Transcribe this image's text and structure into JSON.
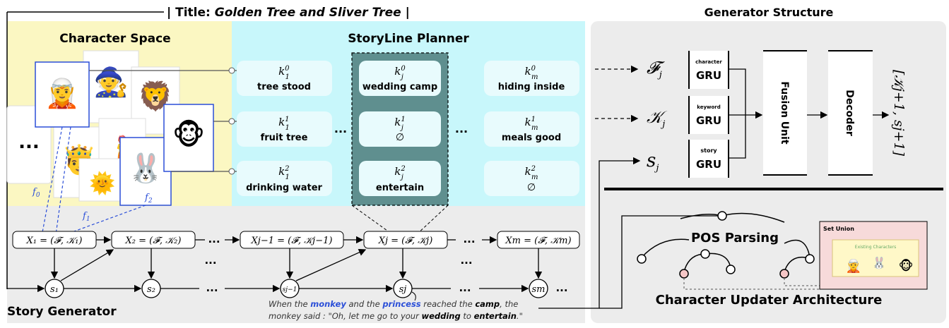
{
  "title_prefix": "| Title: ",
  "title_text": "Golden Tree and Sliver Tree",
  "title_suffix": " |",
  "character_space": {
    "heading": "Character Space",
    "ellipsis": "...",
    "f_labels": [
      "f",
      "f",
      "f"
    ],
    "f_subs": [
      "0",
      "1",
      "2"
    ]
  },
  "planner": {
    "heading": "StoryLine Planner",
    "dots": "...",
    "columns": [
      {
        "k_sub": "1",
        "cells": [
          {
            "sup": "0",
            "word": "tree stood"
          },
          {
            "sup": "1",
            "word": "fruit tree"
          },
          {
            "sup": "2",
            "word": "drinking water"
          }
        ]
      },
      {
        "k_sub": "j",
        "cells": [
          {
            "sup": "0",
            "word": "wedding camp"
          },
          {
            "sup": "1",
            "word": "∅"
          },
          {
            "sup": "2",
            "word": "entertain"
          }
        ]
      },
      {
        "k_sub": "m",
        "cells": [
          {
            "sup": "0",
            "word": "hiding inside"
          },
          {
            "sup": "1",
            "word": "meals good"
          },
          {
            "sup": "2",
            "word": "∅"
          }
        ]
      }
    ]
  },
  "generator_structure": {
    "heading": "Generator Structure",
    "inputs": [
      {
        "sym": "𝓕",
        "sub": "j"
      },
      {
        "sym": "𝒦",
        "sub": "j"
      },
      {
        "sym": "s",
        "sub": "j"
      }
    ],
    "grus": [
      {
        "small": "character",
        "big": "GRU"
      },
      {
        "small": "keyword",
        "big": "GRU"
      },
      {
        "small": "story",
        "big": "GRU"
      }
    ],
    "fusion": "Fusion Unit",
    "decoder": "Decoder",
    "output": "[𝒦j+1, sj+1]"
  },
  "story_generator": {
    "label": "Story Generator",
    "x_nodes": [
      "X₁ = (𝓕, 𝒦₁)",
      "X₂ = (𝓕, 𝒦₂)",
      "Xj−1 = (𝓕, 𝒦j−1)",
      "Xj = (𝓕, 𝒦j)",
      "Xm = (𝓕, 𝒦m)"
    ],
    "s_nodes": [
      "s₁",
      "s₂",
      "sj−1",
      "sj",
      "sm"
    ],
    "dots": "...",
    "sentence_segments": [
      {
        "t": "When the ",
        "style": "plain"
      },
      {
        "t": "monkey",
        "style": "blue"
      },
      {
        "t": " and the ",
        "style": "plain"
      },
      {
        "t": "princess",
        "style": "blue"
      },
      {
        "t": " reached the ",
        "style": "plain"
      },
      {
        "t": "camp",
        "style": "bold"
      },
      {
        "t": ", the",
        "style": "plain"
      }
    ],
    "sentence_segments_2": [
      {
        "t": "monkey said : \"Oh, let me go to your ",
        "style": "plain"
      },
      {
        "t": "wedding",
        "style": "bold"
      },
      {
        "t": " to ",
        "style": "plain"
      },
      {
        "t": "entertain",
        "style": "bold"
      },
      {
        "t": ".\"",
        "style": "plain"
      }
    ]
  },
  "updater": {
    "pos": "POS Parsing",
    "set_union": "Set Union",
    "existing": "Existing Characters",
    "label": "Character Updater Architecture"
  },
  "colors": {
    "yellow": "#fbf7c2",
    "cyan": "#c8f7fb",
    "gray": "#ececec",
    "blue": "#2b4fd8",
    "teal": "#5f8f8f",
    "pink": "#f5c6c6"
  }
}
